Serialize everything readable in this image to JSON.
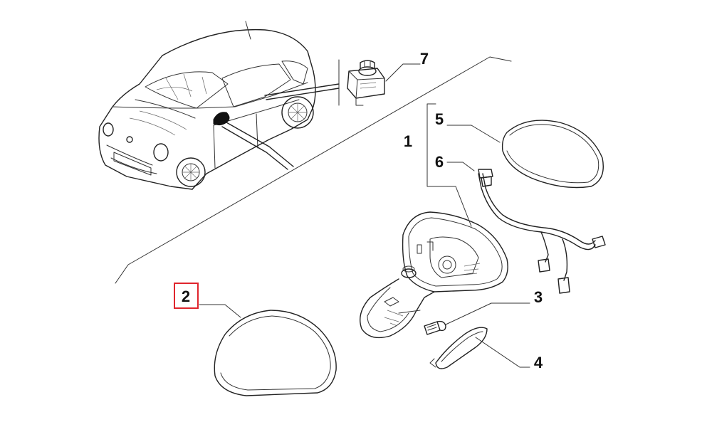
{
  "diagram": {
    "callouts": [
      {
        "id": "1",
        "label": "1"
      },
      {
        "id": "2",
        "label": "2",
        "highlighted": true
      },
      {
        "id": "3",
        "label": "3"
      },
      {
        "id": "4",
        "label": "4"
      },
      {
        "id": "5",
        "label": "5"
      },
      {
        "id": "6",
        "label": "6"
      },
      {
        "id": "7",
        "label": "7"
      }
    ],
    "colors": {
      "line": "#222222",
      "highlight": "#e0252d",
      "background": "#ffffff"
    }
  }
}
